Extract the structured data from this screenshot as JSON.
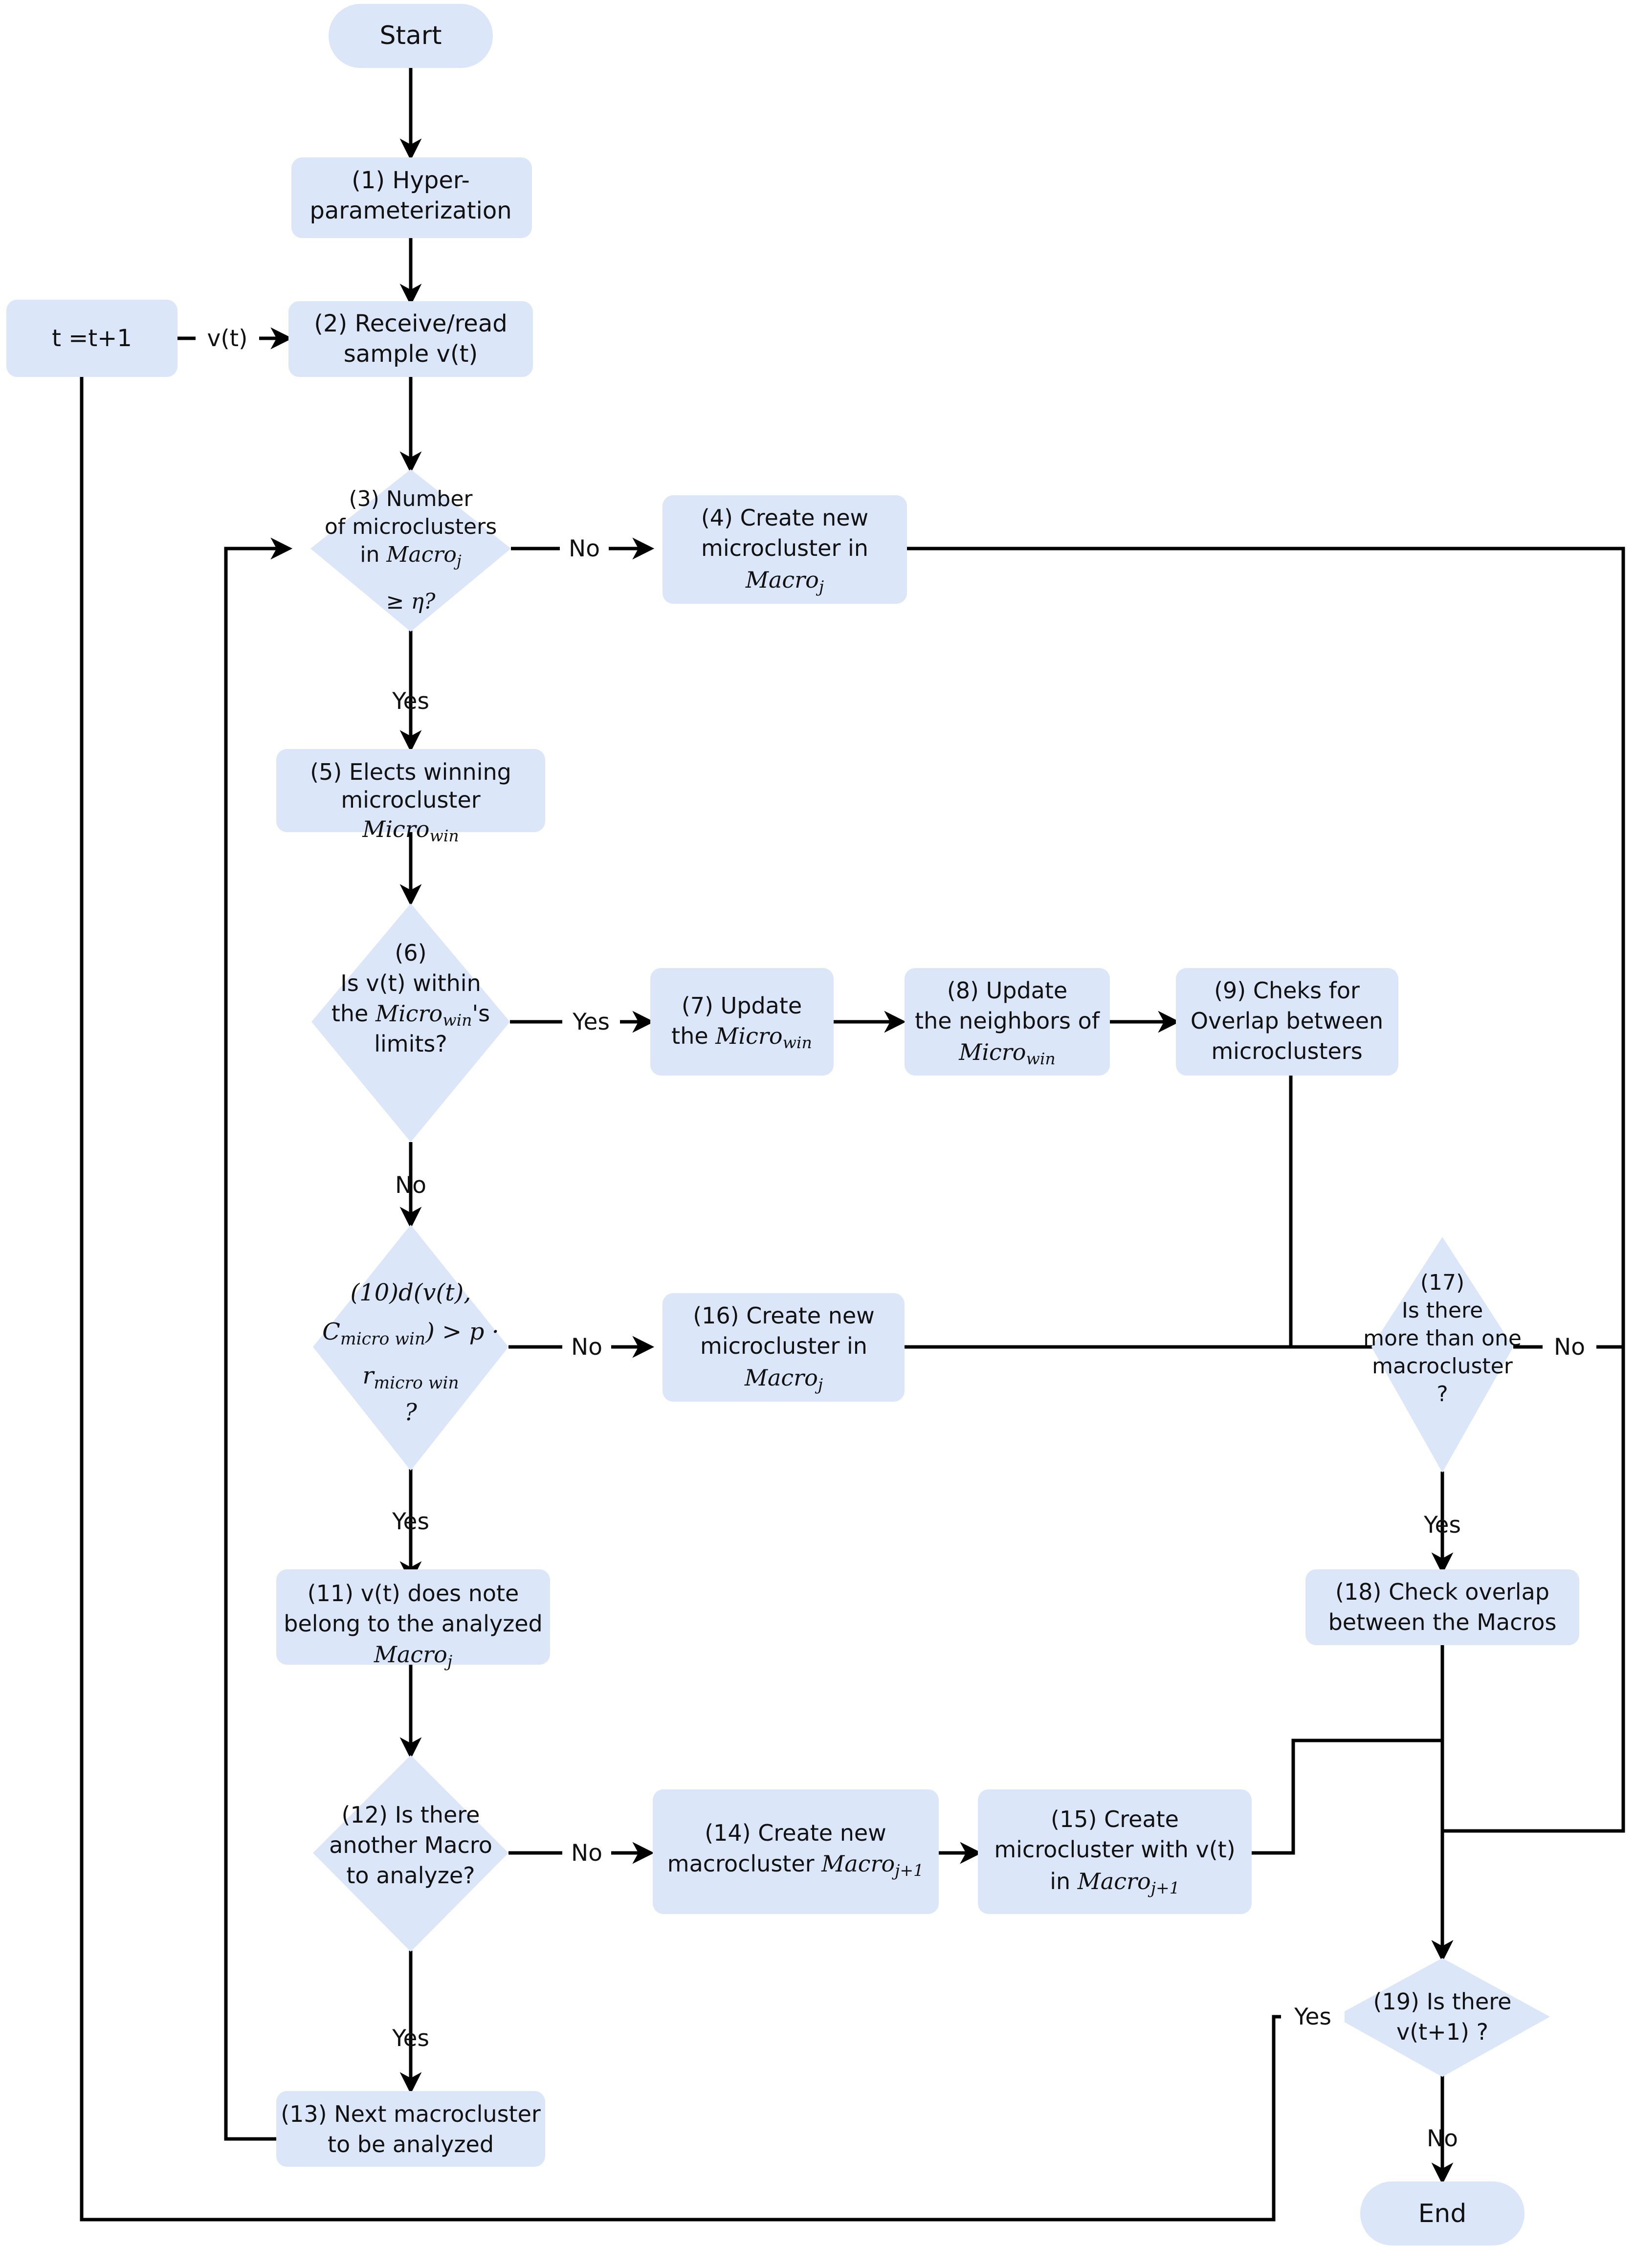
{
  "diagram": {
    "title": "Clustering algorithm flowchart",
    "colors": {
      "node_fill": "#dbe7f9",
      "edge_stroke": "#000000",
      "text": "#111111",
      "background": "#ffffff"
    },
    "nodes": [
      {
        "id": "start",
        "kind": "terminator",
        "lines": [
          "Start"
        ]
      },
      {
        "id": "n1",
        "kind": "process",
        "lines": [
          "(1) Hyper-",
          "parameterization"
        ]
      },
      {
        "id": "tinc",
        "kind": "process",
        "lines": [
          "t =t+1"
        ]
      },
      {
        "id": "n2",
        "kind": "process",
        "lines": [
          "(2) Receive/read",
          "sample v(t)"
        ]
      },
      {
        "id": "n3",
        "kind": "decision",
        "lines": [
          "(3) Number",
          "of microclusters",
          "in Macro_j",
          "",
          "≥ η?"
        ]
      },
      {
        "id": "n4",
        "kind": "process",
        "lines": [
          "(4) Create new",
          "microcluster in",
          "Macro_j"
        ]
      },
      {
        "id": "n5",
        "kind": "process",
        "lines": [
          "(5) Elects winning",
          "microcluster",
          "Micro_win"
        ]
      },
      {
        "id": "n6",
        "kind": "decision",
        "lines": [
          "(6)",
          "Is v(t) within",
          "the Micro_win's",
          "limits?"
        ]
      },
      {
        "id": "n7",
        "kind": "process",
        "lines": [
          "(7) Update",
          "the Micro_win"
        ]
      },
      {
        "id": "n8",
        "kind": "process",
        "lines": [
          "(8) Update",
          "the neighbors of",
          "Micro_win"
        ]
      },
      {
        "id": "n9",
        "kind": "process",
        "lines": [
          "(9) Cheks for",
          "Overlap between",
          "microclusters"
        ]
      },
      {
        "id": "n10",
        "kind": "decision",
        "lines": [
          "(10)d(v(t),",
          "C_micro win) > p ·",
          "r_micro win",
          "?"
        ]
      },
      {
        "id": "n11",
        "kind": "process",
        "lines": [
          "(11) v(t) does note",
          "belong to the analyzed",
          "Macro_j"
        ]
      },
      {
        "id": "n12",
        "kind": "decision",
        "lines": [
          "(12) Is there",
          "another Macro",
          "to analyze?"
        ]
      },
      {
        "id": "n13",
        "kind": "process",
        "lines": [
          "(13) Next macrocluster",
          "to be analyzed"
        ]
      },
      {
        "id": "n14",
        "kind": "process",
        "lines": [
          "(14) Create new",
          "macrocluster Macro_j+1"
        ]
      },
      {
        "id": "n15",
        "kind": "process",
        "lines": [
          "(15) Create",
          "microcluster with v(t)",
          "in Macro_j+1"
        ]
      },
      {
        "id": "n16",
        "kind": "process",
        "lines": [
          "(16) Create new",
          "microcluster in",
          "Macro_j"
        ]
      },
      {
        "id": "n17",
        "kind": "decision",
        "lines": [
          "(17)",
          "Is there",
          "more than one",
          "macrocluster",
          "?"
        ]
      },
      {
        "id": "n18",
        "kind": "process",
        "lines": [
          "(18) Check overlap",
          "between the Macros"
        ]
      },
      {
        "id": "n19",
        "kind": "decision",
        "lines": [
          "(19) Is there",
          "v(t+1) ?"
        ]
      },
      {
        "id": "end",
        "kind": "terminator",
        "lines": [
          "End"
        ]
      }
    ],
    "edge_labels": {
      "tinc_to_n2": "v(t)",
      "n3_no": "No",
      "n3_yes": "Yes",
      "n6_yes": "Yes",
      "n6_no": "No",
      "n10_no": "No",
      "n10_yes": "Yes",
      "n12_no": "No",
      "n12_yes": "Yes",
      "n17_no": "No",
      "n17_yes": "Yes",
      "n19_yes": "Yes",
      "n19_no": "No"
    },
    "node_text": {
      "start": "Start",
      "n1_l1": "(1) Hyper-",
      "n1_l2": "parameterization",
      "tinc": "t =t+1",
      "n2_l1": "(2) Receive/read",
      "n2_l2": "sample v(t)",
      "n3_l1": "(3) Number",
      "n3_l2": "of microclusters",
      "n3_l3a": "in ",
      "n3_l3b": "Macro",
      "n3_l3c": "j",
      "n3_l4a": "≥ ",
      "n3_l4b": "η",
      "n3_l4c": "?",
      "n4_l1": "(4) Create new",
      "n4_l2": "microcluster in",
      "n4_l3b": "Macro",
      "n4_l3c": "j",
      "n5_l1": "(5) Elects winning",
      "n5_l2": "microcluster",
      "n5_l3b": "Micro",
      "n5_l3c": "win",
      "n6_l1": "(6)",
      "n6_l2": "Is v(t) within",
      "n6_l3a": "the ",
      "n6_l3b": "Micro",
      "n6_l3c": "win",
      "n6_l3d": "'s",
      "n6_l4": "limits?",
      "n7_l1": "(7) Update",
      "n7_l2a": "the ",
      "n7_l2b": "Micro",
      "n7_l2c": "win",
      "n8_l1": "(8) Update",
      "n8_l2": "the neighbors of",
      "n8_l3b": "Micro",
      "n8_l3c": "win",
      "n9_l1": "(9) Cheks for",
      "n9_l2": "Overlap between",
      "n9_l3": "microclusters",
      "n10_l1": "(10)d(v(t),",
      "n10_l2a": "C",
      "n10_l2b": "micro win",
      "n10_l2c": ") > p ·",
      "n10_l3a": "r",
      "n10_l3b": "micro win",
      "n10_l4": "?",
      "n11_l1": "(11) v(t) does note",
      "n11_l2": "belong to the analyzed",
      "n11_l3b": "Macro",
      "n11_l3c": "j",
      "n12_l1": "(12) Is there",
      "n12_l2": "another Macro",
      "n12_l3": "to analyze?",
      "n13_l1": "(13) Next macrocluster",
      "n13_l2": "to be analyzed",
      "n14_l1": "(14) Create new",
      "n14_l2a": "macrocluster ",
      "n14_l2b": "Macro",
      "n14_l2c": "j+1",
      "n15_l1": "(15) Create",
      "n15_l2": "microcluster with v(t)",
      "n15_l3a": "in ",
      "n15_l3b": "Macro",
      "n15_l3c": "j+1",
      "n16_l1": "(16) Create new",
      "n16_l2": "microcluster in",
      "n16_l3b": "Macro",
      "n16_l3c": "j",
      "n17_l1": "(17)",
      "n17_l2": "Is there",
      "n17_l3": "more than one",
      "n17_l4": "macrocluster",
      "n17_l5": "?",
      "n18_l1": "(18) Check overlap",
      "n18_l2": "between the Macros",
      "n19_l1": "(19) Is there",
      "n19_l2": "v(t+1) ?",
      "end": "End"
    }
  }
}
